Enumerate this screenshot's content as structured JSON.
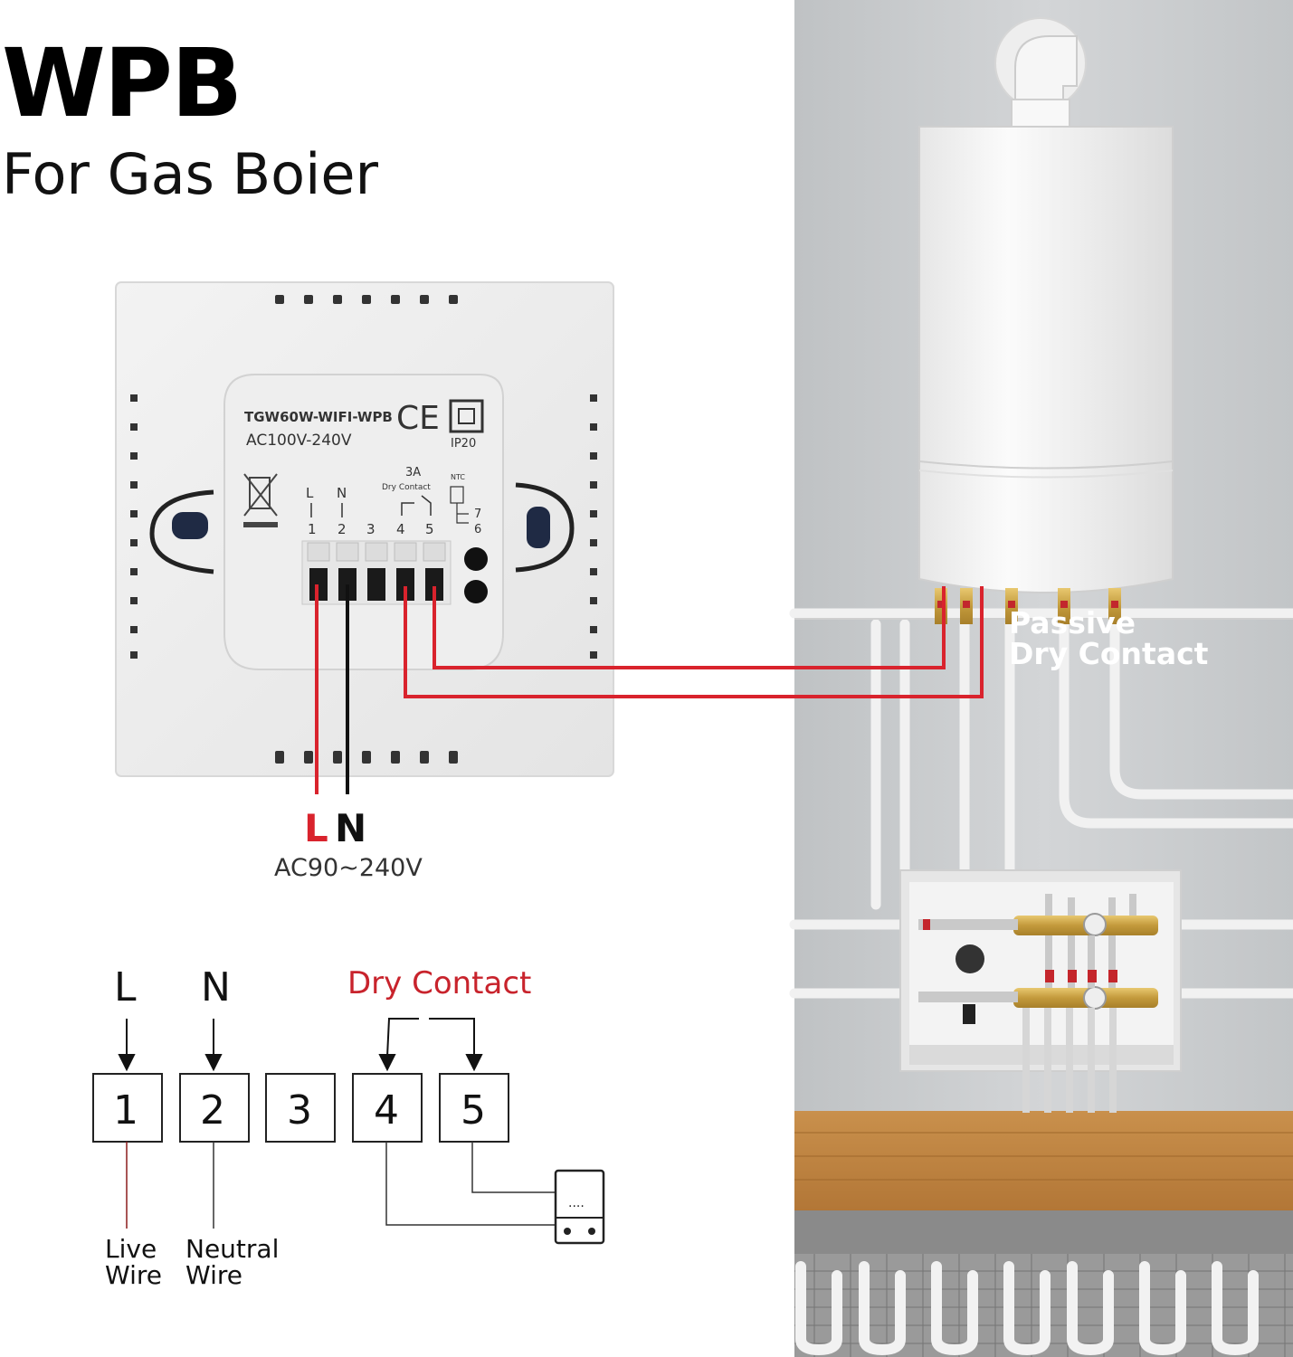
{
  "header": {
    "title": "WPB",
    "subtitle": "For Gas Boier"
  },
  "device": {
    "model": "TGW60W-WIFI-WPB",
    "rating": "AC100V-240V",
    "ip_rating": "IP20",
    "cert_mark": "CE",
    "relay_rating": "3A",
    "relay_label": "Dry Contact",
    "ntc_label": "NTC",
    "terminal_top_labels": [
      "L",
      "N"
    ],
    "terminal_numbers": [
      "1",
      "2",
      "3",
      "4",
      "5"
    ],
    "ntc_terminals": [
      "7",
      "6"
    ]
  },
  "supply": {
    "live": "L",
    "neutral": "N",
    "voltage": "AC90~240V"
  },
  "boiler": {
    "label_line1": "Passive",
    "label_line2": "Dry Contact"
  },
  "schematic": {
    "live_label": "L",
    "neutral_label": "N",
    "dry_contact_label": "Dry Contact",
    "terminals": [
      "1",
      "2",
      "3",
      "4",
      "5"
    ],
    "live_wire_line1": "Live",
    "live_wire_line2": "Wire",
    "neutral_wire_line1": "Neutral",
    "neutral_wire_line2": "Wire",
    "boiler_display": "...."
  },
  "colors": {
    "wire_red": "#d9232d",
    "wire_black": "#111111",
    "dry_contact_text": "#c8232c",
    "wall_gray": "#c9ccce"
  }
}
